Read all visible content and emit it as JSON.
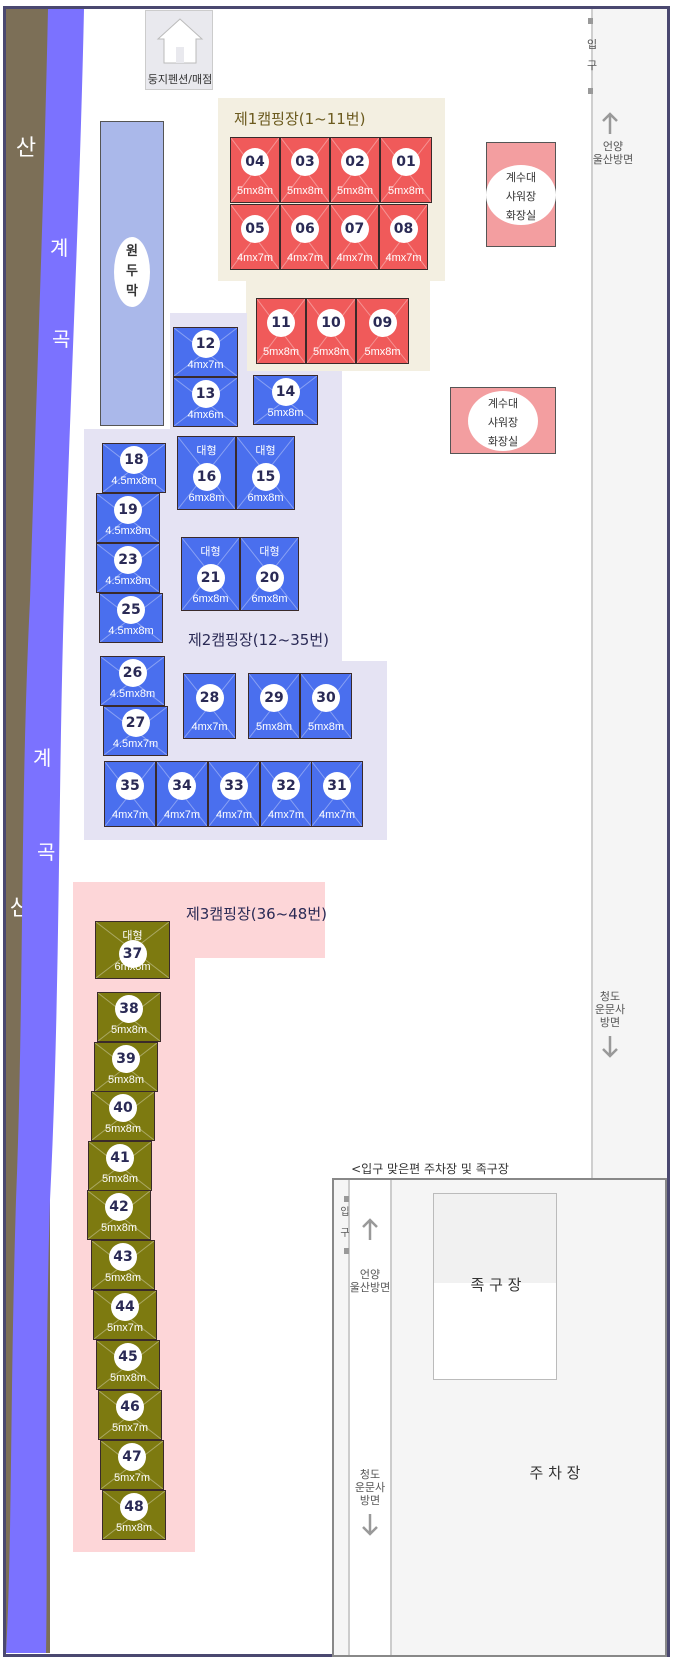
{
  "pension": {
    "label": "둥지펜션/매점"
  },
  "mountain": {
    "top_label": "산",
    "bottom_label": "산"
  },
  "stream": {
    "top_label_1": "계",
    "top_label_2": "곡",
    "bottom_label_1": "계",
    "bottom_label_2": "곡"
  },
  "tent_area": {
    "label_1": "원",
    "label_2": "두",
    "label_3": "막"
  },
  "entrance_main": {
    "label_1": "입",
    "label_2": "구",
    "up_dir_1": "언양",
    "up_dir_2": "울산방면",
    "down_dir_1": "청도",
    "down_dir_2": "운문사",
    "down_dir_3": "방면"
  },
  "zones": {
    "zone1": {
      "title": "제1캠핑장(1~11번)"
    },
    "zone2": {
      "title": "제2캠핑장(12~35번)"
    },
    "zone3": {
      "title": "제3캠핑장(36~48번)"
    }
  },
  "facilities": [
    {
      "line1": "계수대",
      "line2": "샤워장",
      "line3": "화장실"
    },
    {
      "line1": "계수대",
      "line2": "샤워장",
      "line3": "화장실"
    }
  ],
  "sites": [
    {
      "num": "04",
      "size": "5mx8m",
      "tag": ""
    },
    {
      "num": "03",
      "size": "5mx8m",
      "tag": ""
    },
    {
      "num": "02",
      "size": "5mx8m",
      "tag": ""
    },
    {
      "num": "01",
      "size": "5mx8m",
      "tag": ""
    },
    {
      "num": "05",
      "size": "4mx7m",
      "tag": ""
    },
    {
      "num": "06",
      "size": "4mx7m",
      "tag": ""
    },
    {
      "num": "07",
      "size": "4mx7m",
      "tag": ""
    },
    {
      "num": "08",
      "size": "4mx7m",
      "tag": ""
    },
    {
      "num": "11",
      "size": "5mx8m",
      "tag": ""
    },
    {
      "num": "10",
      "size": "5mx8m",
      "tag": ""
    },
    {
      "num": "09",
      "size": "5mx8m",
      "tag": ""
    },
    {
      "num": "12",
      "size": "4mx7m",
      "tag": ""
    },
    {
      "num": "13",
      "size": "4mx6m",
      "tag": ""
    },
    {
      "num": "14",
      "size": "5mx8m",
      "tag": ""
    },
    {
      "num": "18",
      "size": "4.5mx8m",
      "tag": ""
    },
    {
      "num": "16",
      "size": "6mx8m",
      "tag": "대형"
    },
    {
      "num": "15",
      "size": "6mx8m",
      "tag": "대형"
    },
    {
      "num": "19",
      "size": "4.5mx8m",
      "tag": ""
    },
    {
      "num": "23",
      "size": "4.5mx8m",
      "tag": ""
    },
    {
      "num": "21",
      "size": "6mx8m",
      "tag": "대형"
    },
    {
      "num": "20",
      "size": "6mx8m",
      "tag": "대형"
    },
    {
      "num": "25",
      "size": "4.5mx8m",
      "tag": ""
    },
    {
      "num": "26",
      "size": "4.5mx8m",
      "tag": ""
    },
    {
      "num": "27",
      "size": "4.5mx7m",
      "tag": ""
    },
    {
      "num": "28",
      "size": "4mx7m",
      "tag": ""
    },
    {
      "num": "29",
      "size": "5mx8m",
      "tag": ""
    },
    {
      "num": "30",
      "size": "5mx8m",
      "tag": ""
    },
    {
      "num": "35",
      "size": "4mx7m",
      "tag": ""
    },
    {
      "num": "34",
      "size": "4mx7m",
      "tag": ""
    },
    {
      "num": "33",
      "size": "4mx7m",
      "tag": ""
    },
    {
      "num": "32",
      "size": "4mx7m",
      "tag": ""
    },
    {
      "num": "31",
      "size": "4mx7m",
      "tag": ""
    },
    {
      "num": "37",
      "size": "6mx8m",
      "tag": "대형"
    },
    {
      "num": "38",
      "size": "5mx8m",
      "tag": ""
    },
    {
      "num": "39",
      "size": "5mx8m",
      "tag": ""
    },
    {
      "num": "40",
      "size": "5mx8m",
      "tag": ""
    },
    {
      "num": "41",
      "size": "5mx8m",
      "tag": ""
    },
    {
      "num": "42",
      "size": "5mx8m",
      "tag": ""
    },
    {
      "num": "43",
      "size": "5mx8m",
      "tag": ""
    },
    {
      "num": "44",
      "size": "5mx7m",
      "tag": ""
    },
    {
      "num": "45",
      "size": "5mx8m",
      "tag": ""
    },
    {
      "num": "46",
      "size": "5mx7m",
      "tag": ""
    },
    {
      "num": "47",
      "size": "5mx7m",
      "tag": ""
    },
    {
      "num": "48",
      "size": "5mx8m",
      "tag": ""
    }
  ],
  "parking": {
    "title": "<입구 맞은편 주차장 및 족구장 >",
    "entrance_1": "입",
    "entrance_2": "구",
    "up_dir_1": "언양",
    "up_dir_2": "울산방면",
    "down_dir_1": "청도",
    "down_dir_2": "운문사",
    "down_dir_3": "방면",
    "court_label": "족 구 장",
    "parking_label": "주 차 장"
  },
  "colors": {
    "zone1_sites": "#f05a5a",
    "zone2_sites": "#4a6fee",
    "zone3_sites": "#7d7a10",
    "stream": "#7b72ff",
    "mountain": "#7c6f57"
  }
}
